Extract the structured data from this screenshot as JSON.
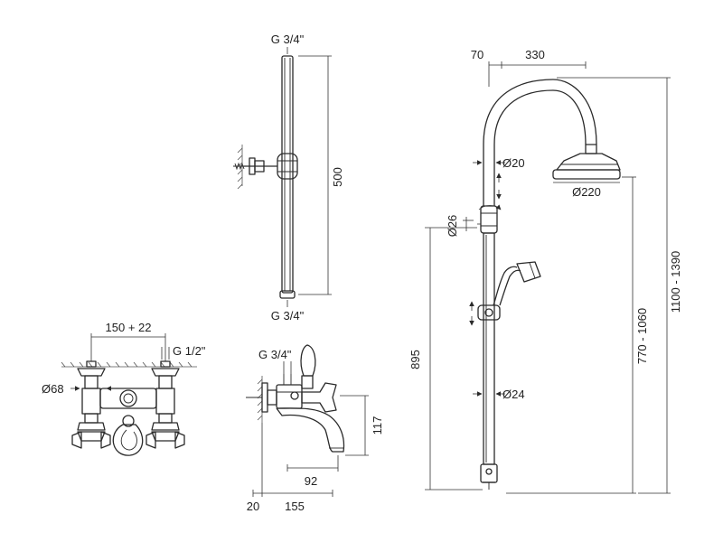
{
  "colors": {
    "line": "#2a2a2a",
    "text": "#222222",
    "background": "#ffffff"
  },
  "labels": {
    "bar_top_thread": "G 3/4\"",
    "bar_length": "500",
    "bar_bottom_thread": "G 3/4\"",
    "mixer_centers": "150 + 22",
    "mixer_inlet_thread": "G 1/2\"",
    "mixer_rosette_dia": "Ø68",
    "spout_inlet_thread": "G 3/4\"",
    "spout_height": "117",
    "spout_reach": "92",
    "spout_wall_offset": "20",
    "spout_total": "155",
    "arm_offset": "70",
    "arm_reach": "330",
    "arm_tube_dia": "Ø20",
    "head_dia": "Ø220",
    "coupling_dia": "Ø26",
    "column_dia": "Ø24",
    "column_height": "895",
    "head_height_range": "770 - 1060",
    "total_height_range": "1100 - 1390"
  }
}
